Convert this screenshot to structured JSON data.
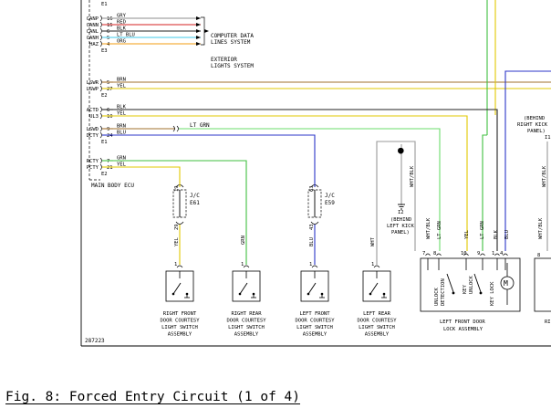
{
  "figure": {
    "caption": "Fig. 8: Forced Entry Circuit (1 of 4)",
    "code": "287223"
  },
  "ecu": {
    "name": "MAIN BODY ECU",
    "top_pin": "E1",
    "rows": [
      {
        "signal": "CANP",
        "pin": "16",
        "wire": "GRY"
      },
      {
        "signal": "CANN",
        "pin": "15",
        "wire": "RED"
      },
      {
        "signal": "CANL",
        "pin": "6",
        "wire": "BLK"
      },
      {
        "signal": "CANH",
        "pin": "5",
        "wire": "LT BLU"
      },
      {
        "signal": "HAZ",
        "pin": "4",
        "wire": "ORG"
      },
      {
        "signal": "",
        "pin": "E3",
        "wire": ""
      },
      {
        "signal": "LSWR",
        "pin": "5",
        "wire": "BRN"
      },
      {
        "signal": "LSWP",
        "pin": "27",
        "wire": "YEL"
      },
      {
        "signal": "",
        "pin": "E2",
        "wire": ""
      },
      {
        "signal": "ACTD",
        "pin": "6",
        "wire": "BLK"
      },
      {
        "signal": "UL3",
        "pin": "10",
        "wire": "YEL"
      },
      {
        "signal": "LSWD",
        "pin": "9",
        "wire": "BRN"
      },
      {
        "signal": "DCTY",
        "pin": "24",
        "wire": "BLU"
      },
      {
        "signal": "",
        "pin": "E1",
        "wire": ""
      },
      {
        "signal": "RCTY",
        "pin": "7",
        "wire": "GRN"
      },
      {
        "signal": "PCTY",
        "pin": "21",
        "wire": "YEL"
      },
      {
        "signal": "",
        "pin": "E2",
        "wire": ""
      }
    ],
    "lswd_continuation": "LT GRN"
  },
  "systems": {
    "computer_data": [
      "COMPUTER DATA",
      "LINES SYSTEM"
    ],
    "exterior_lights": [
      "EXTERIOR",
      "LIGHTS SYSTEM"
    ]
  },
  "jc": {
    "e61": {
      "top_pin": "19",
      "bottom_pin": "29",
      "label": "J/C",
      "code": "E61"
    },
    "e59": {
      "top_pin": "63",
      "bottom_pin": "43",
      "label": "J/C",
      "code": "E59"
    }
  },
  "wires": {
    "right_front": "YEL",
    "right_rear": "GRN",
    "left_front": "BLU",
    "left_rear": "WHT",
    "whtblk": "WHT/BLK",
    "lf_pin7": "WHT/BLK",
    "lf_pin8": "LT GRN",
    "lf_pin10": "YEL",
    "lf_pin9": "LT GRN",
    "lf_pin1": "BLK",
    "lf_pin4": "BLU"
  },
  "ground_ref": {
    "id": "I2",
    "lines": [
      "(BEHIND",
      "LEFT KICK",
      "PANEL)"
    ]
  },
  "right_ref": {
    "lines": [
      "(BEHIND",
      "RIGHT KICK",
      "PANEL)"
    ],
    "id": "I1",
    "wire1": "WHT/BLK",
    "wire2": "WHT/BLK",
    "pin": "8"
  },
  "switches": [
    {
      "pin": "1",
      "name": [
        "RIGHT FRONT",
        "DOOR COURTESY",
        "LIGHT SWITCH",
        "ASSEMBLY"
      ]
    },
    {
      "pin": "1",
      "name": [
        "RIGHT REAR",
        "DOOR COURTESY",
        "LIGHT SWITCH",
        "ASSEMBLY"
      ]
    },
    {
      "pin": "1",
      "name": [
        "LEFT FRONT",
        "DOOR COURTESY",
        "LIGHT SWITCH",
        "ASSEMBLY"
      ]
    },
    {
      "pin": "1",
      "name": [
        "LEFT REAR",
        "DOOR COURTESY",
        "LIGHT SWITCH",
        "ASSEMBLY"
      ]
    }
  ],
  "lock_assembly": {
    "pins": [
      "7",
      "8",
      "10",
      "9",
      "1",
      "4"
    ],
    "labels": [
      "UNLOCK",
      "DETECTION",
      "KEY",
      "UNLOCK",
      "KEY LOCK"
    ],
    "motor": "M",
    "name": [
      "LEFT FRONT DOOR",
      "LOCK ASSEMBLY"
    ]
  }
}
